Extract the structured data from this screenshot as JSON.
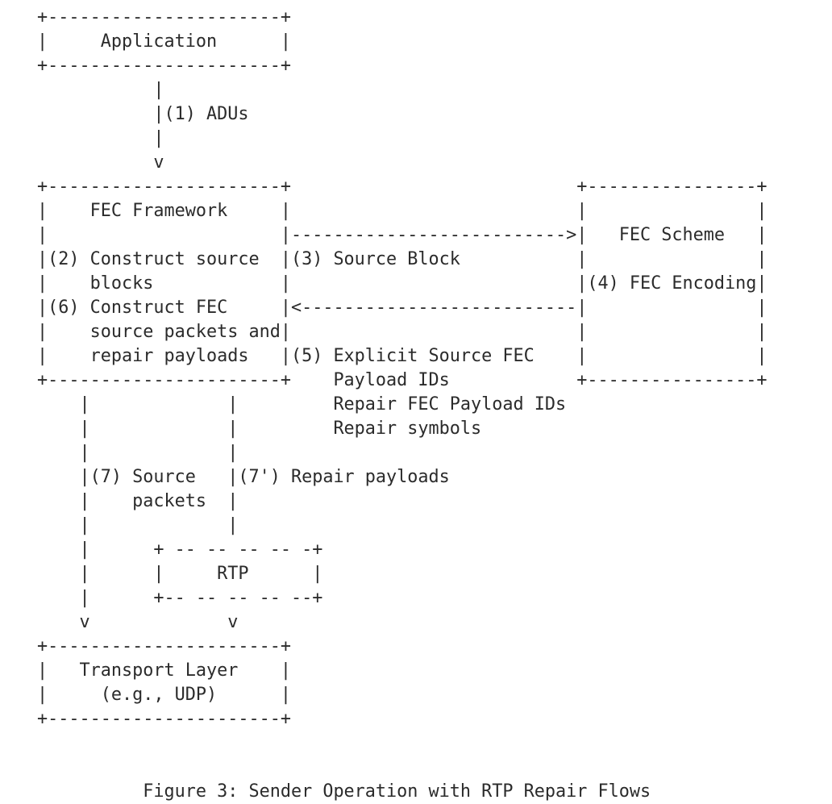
{
  "figure": {
    "lines": [
      "+----------------------+",
      "|     Application      |",
      "+----------------------+",
      "           |",
      "           |(1) ADUs",
      "           |",
      "           v",
      "+----------------------+                           +----------------+",
      "|    FEC Framework     |                           |                |",
      "|                      |-------------------------->|   FEC Scheme   |",
      "|(2) Construct source  |(3) Source Block           |                |",
      "|    blocks            |                           |(4) FEC Encoding|",
      "|(6) Construct FEC     |<--------------------------|                |",
      "|    source packets and|                           |                |",
      "|    repair payloads   |(5) Explicit Source FEC    |                |",
      "+----------------------+    Payload IDs            +----------------+",
      "    |             |         Repair FEC Payload IDs",
      "    |             |         Repair symbols",
      "    |             |",
      "    |(7) Source   |(7') Repair payloads",
      "    |    packets  |",
      "    |             |",
      "    |      + -- -- -- -- -+",
      "    |      |     RTP      |",
      "    |      +-- -- -- -- --+",
      "    v             v",
      "+----------------------+",
      "|   Transport Layer    |",
      "|     (e.g., UDP)      |",
      "+----------------------+",
      "",
      "",
      "          Figure 3: Sender Operation with RTP Repair Flows"
    ]
  }
}
